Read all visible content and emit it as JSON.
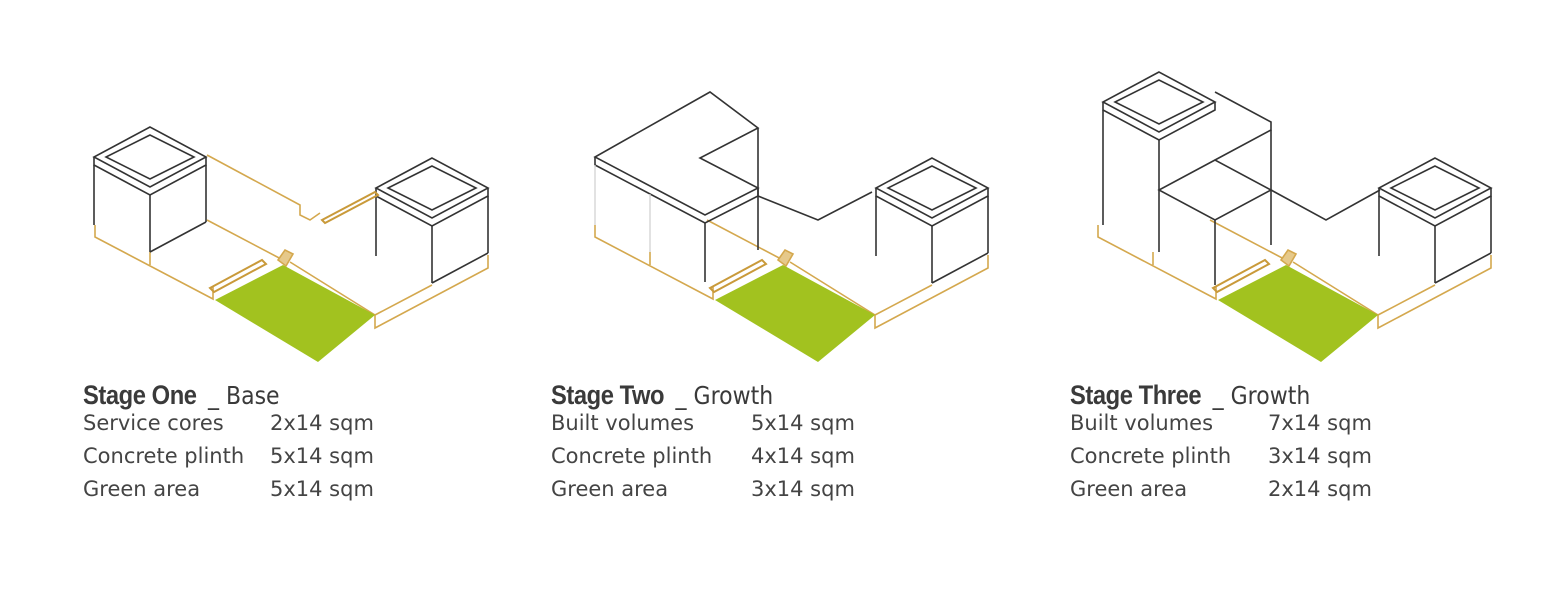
{
  "colors": {
    "green": "#a2c21f",
    "plinth": "#d4a84e",
    "line": "#333333",
    "faint": "#c8c8c8"
  },
  "stages": [
    {
      "title": "Stage One",
      "separator": "_",
      "subtitle": "Base",
      "rows": [
        {
          "label": "Service cores",
          "value": "2x14 sqm"
        },
        {
          "label": "Concrete plinth",
          "value": "5x14 sqm"
        },
        {
          "label": "Green area",
          "value": "5x14 sqm"
        }
      ]
    },
    {
      "title": "Stage Two",
      "separator": "_",
      "subtitle": "Growth",
      "rows": [
        {
          "label": "Built volumes",
          "value": "5x14 sqm"
        },
        {
          "label": "Concrete plinth",
          "value": "4x14 sqm"
        },
        {
          "label": "Green area",
          "value": "3x14 sqm"
        }
      ]
    },
    {
      "title": "Stage Three",
      "separator": "_",
      "subtitle": "Growth",
      "rows": [
        {
          "label": "Built volumes",
          "value": "7x14 sqm"
        },
        {
          "label": "Concrete plinth",
          "value": "3x14 sqm"
        },
        {
          "label": "Green area",
          "value": "2x14 sqm"
        }
      ]
    }
  ]
}
